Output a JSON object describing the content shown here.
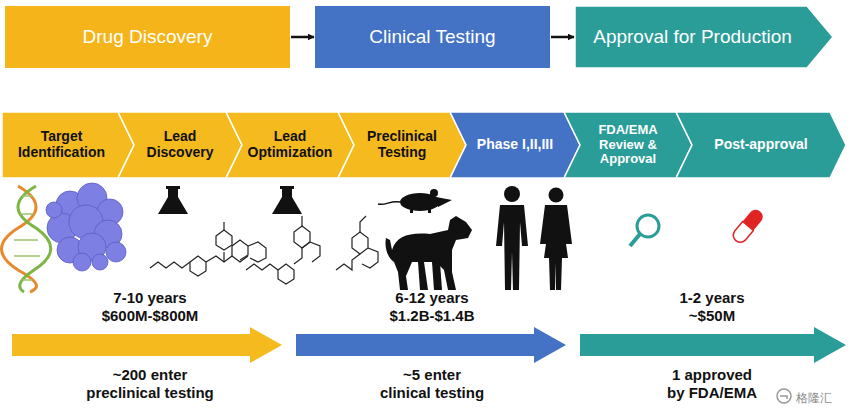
{
  "diagram": {
    "nodes": [
      {
        "text": [
          "Drug Discovery"
        ]
      },
      {
        "text": [
          "Clinical Testing"
        ]
      },
      {
        "text": [
          "Approval for Production"
        ]
      },
      {
        "text": [
          "Target Identification"
        ]
      },
      {
        "text": [
          "Lead Discovery"
        ]
      },
      {
        "text": [
          "Lead Optimization"
        ]
      },
      {
        "text": [
          "Preclinical Testing"
        ]
      },
      {
        "text": [
          "Phase I,II,III"
        ]
      },
      {
        "text": [
          "FDA/EMA Review & Approval"
        ]
      },
      {
        "text": [
          "Post-approval"
        ]
      }
    ],
    "edges": [
      {
        "from": 0,
        "to": 1,
        "arrow": "to"
      },
      {
        "from": 1,
        "to": 2,
        "arrow": "to"
      }
    ],
    "labels": [
      "7-10 years",
      "$600M-$800M",
      "~200 enter preclinical testing",
      "6-12 years",
      "$1.2B-$1.4B",
      "~5 enter clinical testing",
      "1-2 years",
      "~$50M",
      "1 approved by FDA/EMA",
      "格隆汇"
    ]
  }
}
